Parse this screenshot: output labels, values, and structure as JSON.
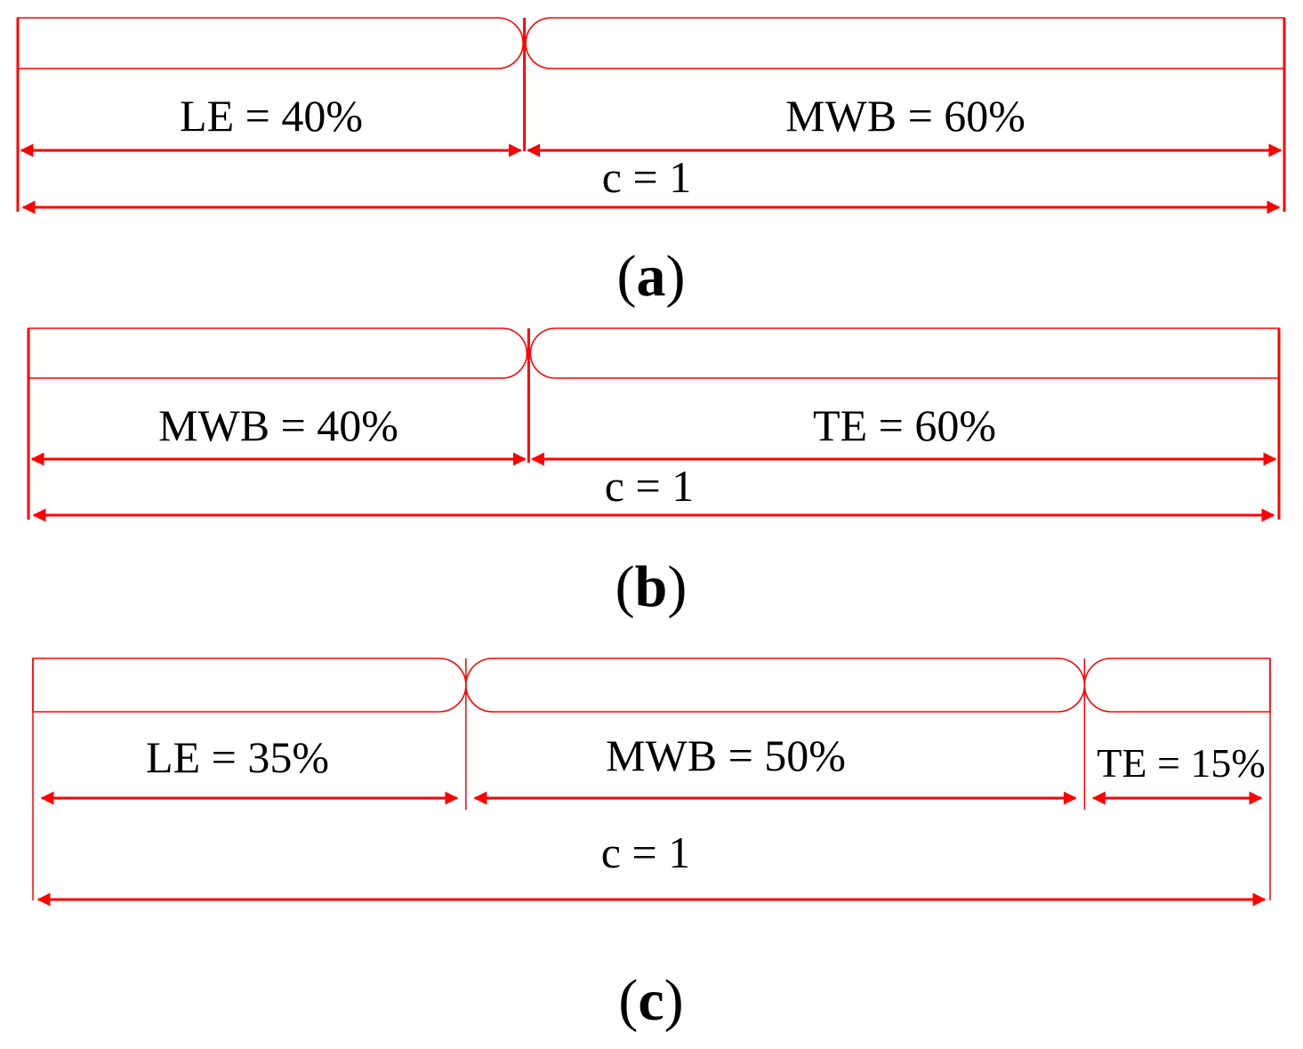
{
  "colors": {
    "line": "#ff0000",
    "text": "#000000",
    "background": "#ffffff"
  },
  "panels": [
    {
      "id": "a",
      "caption_open": "(",
      "caption_letter": "a",
      "caption_close": ")",
      "chord_label": "c = 1",
      "segments": [
        {
          "label": "LE = 40%",
          "fraction": 0.4
        },
        {
          "label": "MWB = 60%",
          "fraction": 0.6
        }
      ]
    },
    {
      "id": "b",
      "caption_open": "(",
      "caption_letter": "b",
      "caption_close": ")",
      "chord_label": "c = 1",
      "segments": [
        {
          "label": "MWB = 40%",
          "fraction": 0.4
        },
        {
          "label": "TE = 60%",
          "fraction": 0.6
        }
      ]
    },
    {
      "id": "c",
      "caption_open": "(",
      "caption_letter": "c",
      "caption_close": ")",
      "chord_label": "c = 1",
      "segments": [
        {
          "label": "LE = 35%",
          "fraction": 0.35
        },
        {
          "label": "MWB = 50%",
          "fraction": 0.5
        },
        {
          "label": "TE = 15%",
          "fraction": 0.15
        }
      ]
    }
  ]
}
